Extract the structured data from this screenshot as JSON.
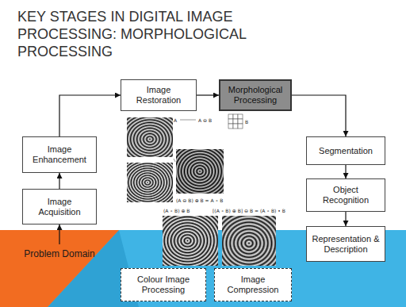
{
  "diagram": {
    "title": "KEY STAGES IN DIGITAL IMAGE PROCESSING: MORPHOLOGICAL PROCESSING",
    "nodes": [
      {
        "text": [
          "Image Restoration"
        ]
      },
      {
        "text": [
          "Morphological Processing"
        ]
      },
      {
        "text": [
          "Image Enhancement"
        ]
      },
      {
        "text": [
          "Segmentation"
        ]
      },
      {
        "text": [
          "Image Acquisition"
        ]
      },
      {
        "text": [
          "Object Recognition"
        ]
      },
      {
        "text": [
          "Problem Domain"
        ]
      },
      {
        "text": [
          "Representation & Description"
        ]
      },
      {
        "text": [
          "Colour Image Processing"
        ]
      },
      {
        "text": [
          "Image Compression"
        ]
      }
    ],
    "edges": [
      {
        "from": 6,
        "to": 4,
        "arrow": "to"
      },
      {
        "from": 4,
        "to": 2,
        "arrow": "to"
      },
      {
        "from": 2,
        "to": 0,
        "arrow": "to"
      },
      {
        "from": 0,
        "to": 1,
        "arrow": "to"
      },
      {
        "from": 1,
        "to": 3,
        "arrow": "to"
      },
      {
        "from": 3,
        "to": 5,
        "arrow": "to"
      },
      {
        "from": 5,
        "to": 7,
        "arrow": "to"
      }
    ],
    "labels": [
      "A",
      "A ⊖ B",
      "B",
      "(A ⊖ B) ⊕ B = A ∘ B",
      "(A ∘ B) ⊕ B",
      "[(A ∘ B) ⊕ B] ⊖ B = (A ∘ B) • B"
    ]
  }
}
